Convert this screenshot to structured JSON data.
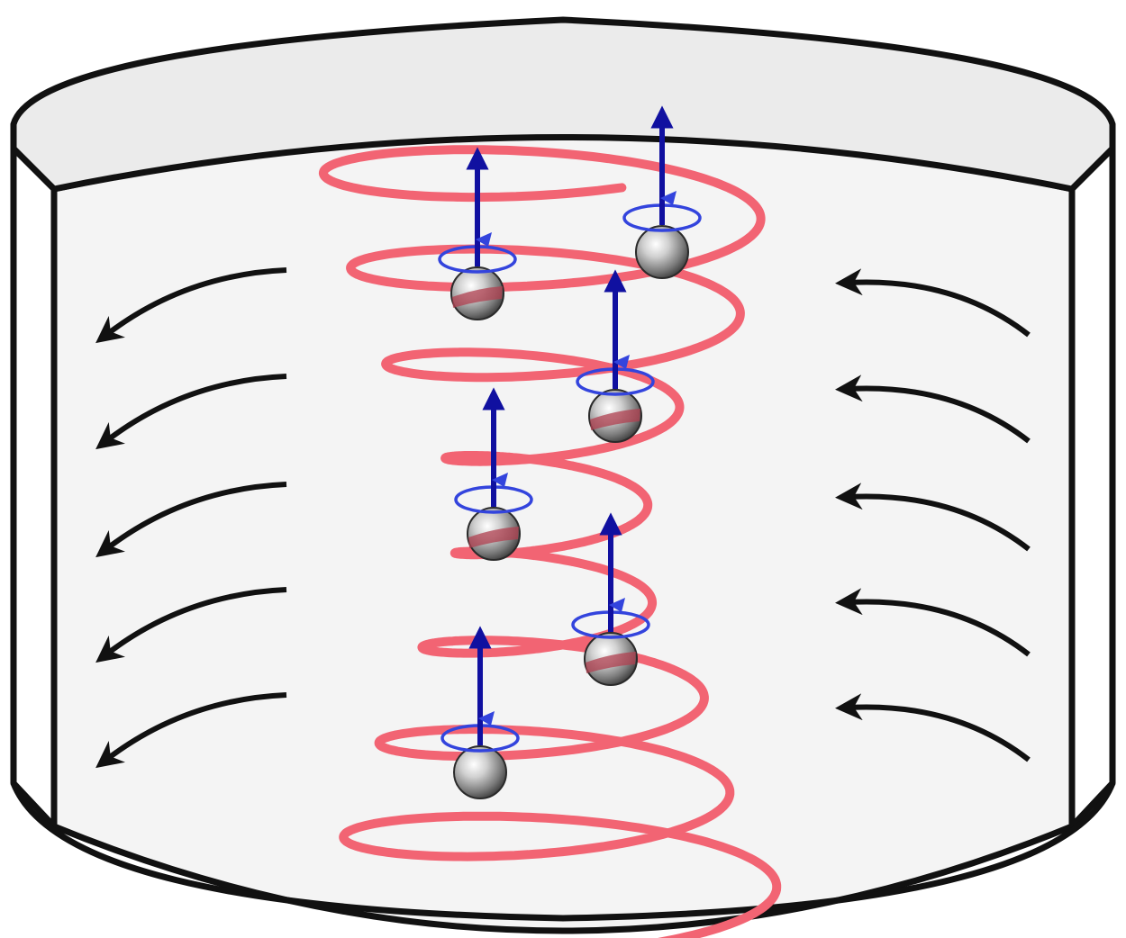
{
  "colors": {
    "background": "#ffffff",
    "container_fill": "#f4f4f4",
    "container_stroke": "#111111",
    "rim_fill": "#ebebeb",
    "helix": "#f26473",
    "spin_arrow": "#1010a0",
    "rotation_loop": "#3344dd",
    "flow_arrow": "#111111",
    "particle_light": "#ffffff",
    "particle_dark": "#3a3a3a",
    "particle_band": "#b04050"
  },
  "icons": {
    "container": "cylindrical-container",
    "helix": "helical-spring",
    "particle": "spinning-sphere",
    "spin": "spin-up-arrow",
    "precession": "rotation-loop",
    "flow_left": "inflow-arrow-left",
    "flow_right": "inflow-arrow-right"
  },
  "particles": [
    {
      "id": "particle-1",
      "banded": true
    },
    {
      "id": "particle-2",
      "banded": false
    },
    {
      "id": "particle-3",
      "banded": true
    },
    {
      "id": "particle-4",
      "banded": true
    },
    {
      "id": "particle-5",
      "banded": true
    },
    {
      "id": "particle-6",
      "banded": false
    }
  ],
  "flow_arrows": {
    "left_count": 5,
    "right_count": 5
  }
}
